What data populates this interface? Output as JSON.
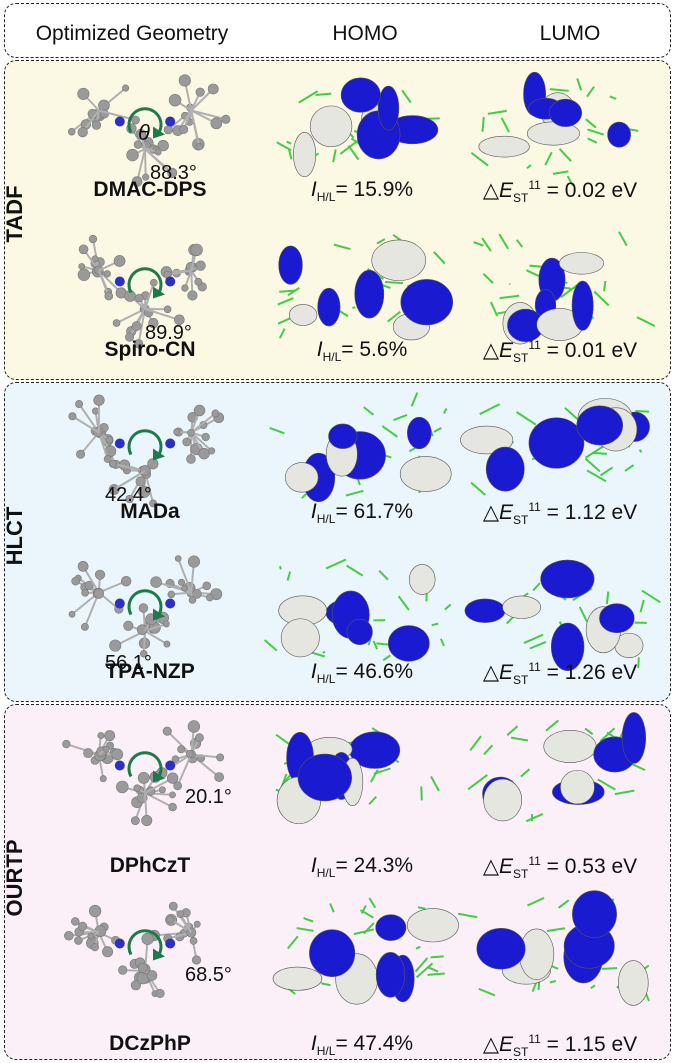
{
  "header": {
    "col1": "Optimized Geometry",
    "col2": "HOMO",
    "col3": "LUMO"
  },
  "sections": [
    {
      "label": "TADF",
      "rows": [
        {
          "name": "DMAC-DPS",
          "angle": "88.3°",
          "theta": "θ",
          "ihl": "15.9%",
          "dest": "0.02 eV"
        },
        {
          "name": "Spiro-CN",
          "angle": "89.9°",
          "ihl": "5.6%",
          "dest": "0.01 eV"
        }
      ]
    },
    {
      "label": "HLCT",
      "rows": [
        {
          "name": "MADa",
          "angle": "42.4°",
          "ihl": "61.7%",
          "dest": "1.12 eV"
        },
        {
          "name": "TPA-NZP",
          "angle": "56.1°",
          "ihl": "46.6%",
          "dest": "1.26 eV"
        }
      ]
    },
    {
      "label": "OURTP",
      "rows": [
        {
          "name": "DPhCzT",
          "angle": "20.1°",
          "ihl": "24.3%",
          "dest": "0.53 eV"
        },
        {
          "name": "DCzPhP",
          "angle": "68.5°",
          "ihl": "47.4%",
          "dest": "1.15 eV"
        }
      ]
    }
  ],
  "symbols": {
    "i": "I",
    "hl": "H/L",
    "eq": "= ",
    "delta": "△",
    "e": "E",
    "st": "ST",
    "sup": "11",
    "eq2": " = "
  },
  "colors": {
    "orbital_blue": "#1a1ad0",
    "orbital_white": "#e6e6e0",
    "bond_green": "#44cc44",
    "atom_gray": "#9a9a9a",
    "arrow_green": "#1e7a4a"
  }
}
